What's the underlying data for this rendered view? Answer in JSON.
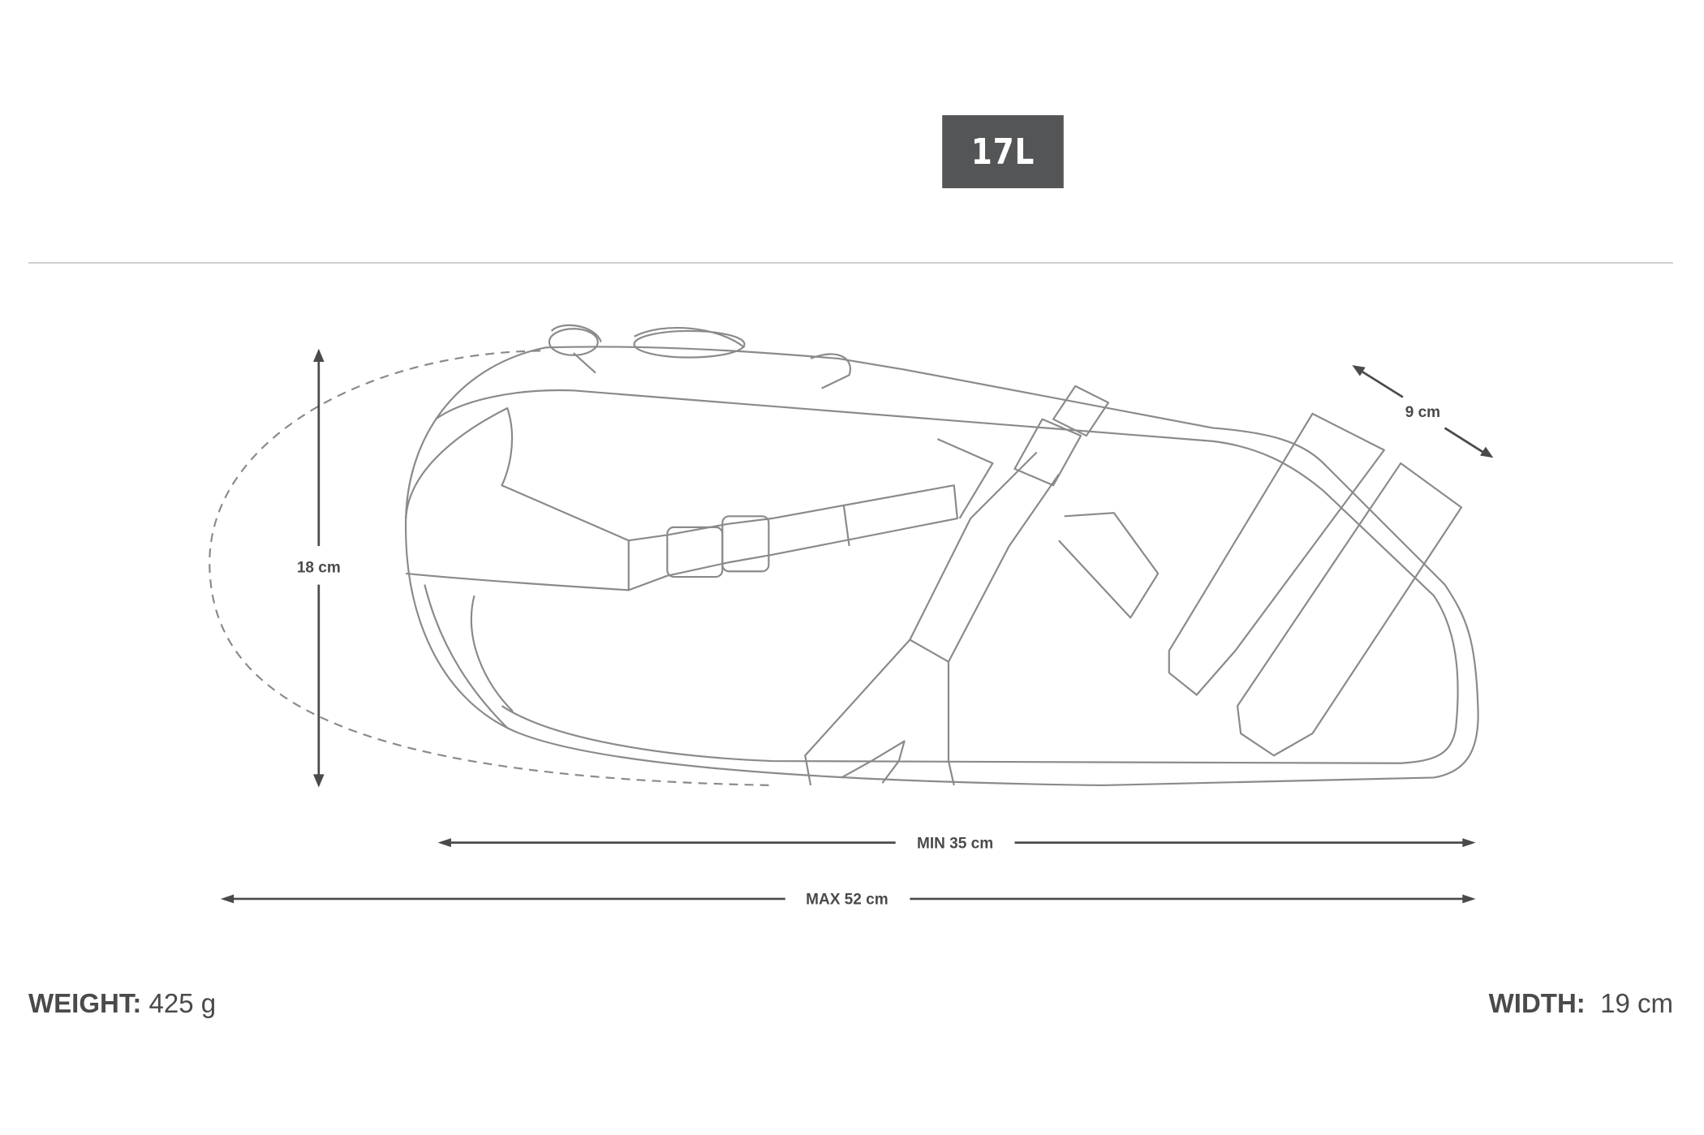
{
  "volume_badge": "17L",
  "dimensions": {
    "height": "18 cm",
    "depth": "9 cm",
    "min_length": "MIN 35 cm",
    "max_length": "MAX 52 cm"
  },
  "specs": {
    "weight_label": "WEIGHT:",
    "weight_value": "425 g",
    "width_label": "WIDTH:",
    "width_value": "19 cm"
  },
  "colors": {
    "badge": "#545557",
    "text": "#4a4a4c",
    "line": "#8a8a8a"
  }
}
